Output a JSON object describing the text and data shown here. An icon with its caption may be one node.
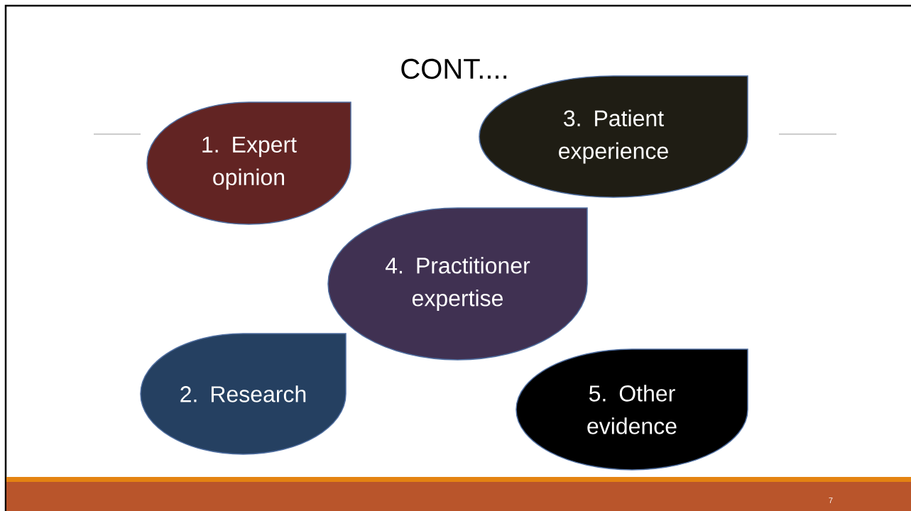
{
  "diagram": {
    "title": "CONT....",
    "nodes": [
      {
        "text": [
          "1. Expert opinion"
        ]
      },
      {
        "text": [
          "3. Patient experience"
        ]
      },
      {
        "text": [
          "4. Practitioner expertise"
        ]
      },
      {
        "text": [
          "2. Research"
        ]
      },
      {
        "text": [
          "5. Other evidence"
        ]
      }
    ],
    "edges": [],
    "labels": [
      "7"
    ]
  }
}
